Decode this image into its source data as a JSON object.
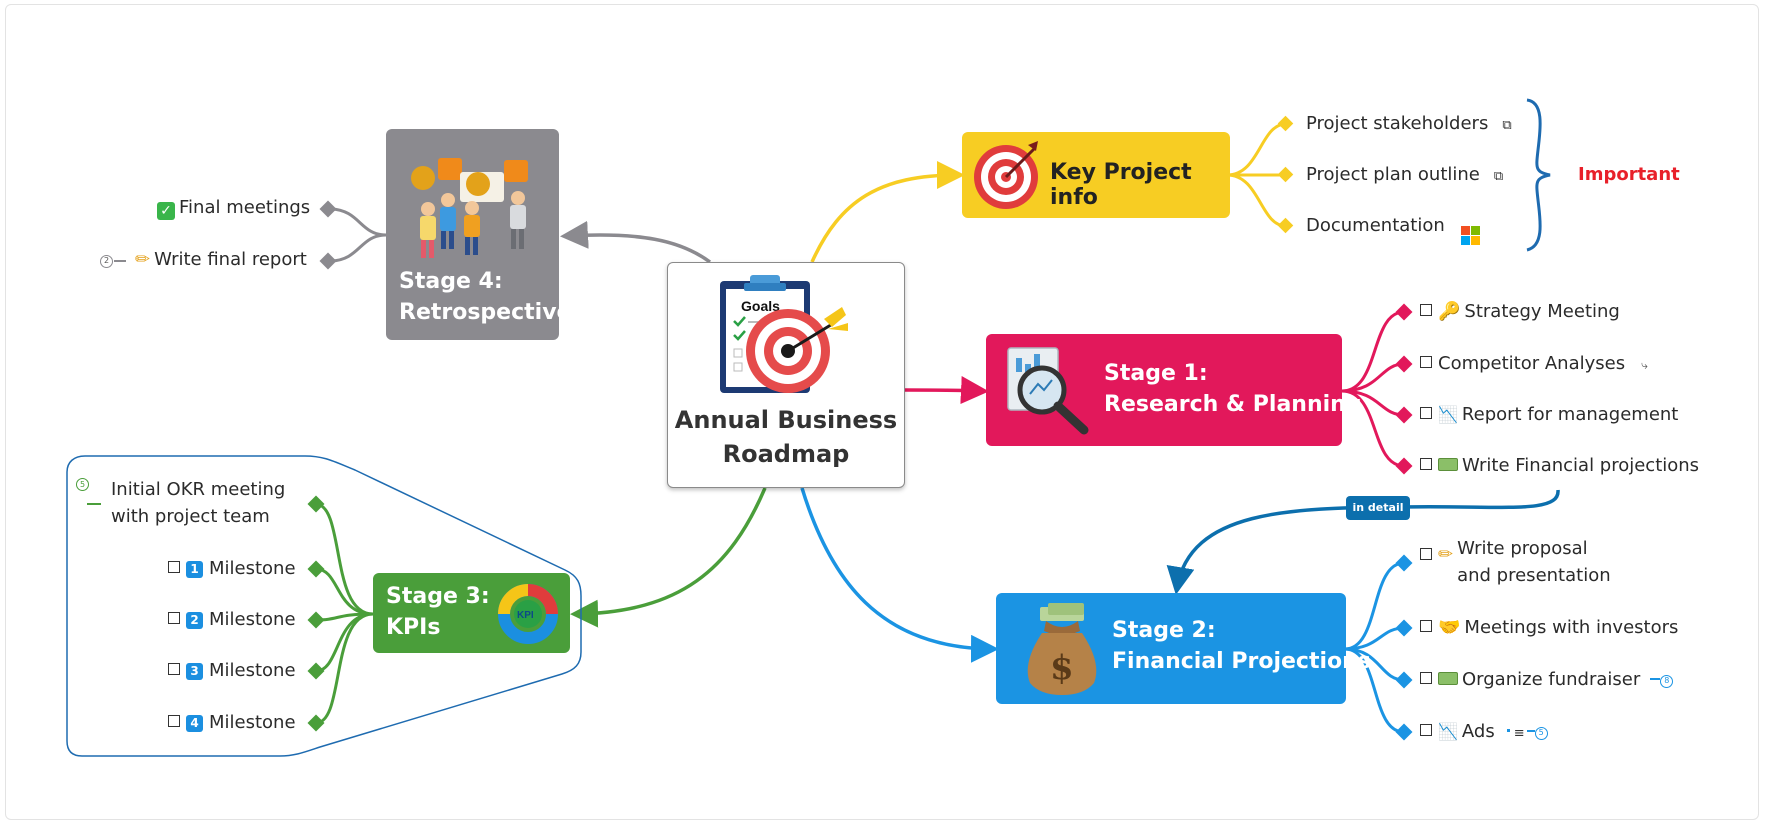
{
  "central": {
    "title_line1": "Annual Business",
    "title_line2": "Roadmap",
    "clipboard_label": "Goals"
  },
  "key_info": {
    "title": "Key Project info",
    "items": [
      "Project stakeholders",
      "Project plan outline",
      "Documentation"
    ],
    "boundary_label": "Important"
  },
  "stage1": {
    "title_line1": "Stage 1:",
    "title_line2": "Research & Planning",
    "items": [
      "Strategy Meeting",
      "Competitor Analyses",
      "Report for management",
      "Write Financial projections"
    ]
  },
  "relation": {
    "label": "in detail"
  },
  "stage2": {
    "title_line1": "Stage 2:",
    "title_line2": "Financial Projections",
    "items": [
      {
        "line1": "Write proposal",
        "line2": "and presentation"
      },
      "Meetings with investors",
      "Organize fundraiser",
      "Ads"
    ],
    "fundraiser_count": "8",
    "ads_count": "5",
    "ads_note_glyph": "≡"
  },
  "stage3": {
    "title_line1": "Stage 3:",
    "title_line2": "KPIs",
    "kpi_label": "KPI",
    "okr": {
      "line1": "Initial OKR meeting",
      "line2": "with project team",
      "count": "5"
    },
    "milestones": [
      {
        "num": "1",
        "label": "Milestone"
      },
      {
        "num": "2",
        "label": "Milestone"
      },
      {
        "num": "3",
        "label": "Milestone"
      },
      {
        "num": "4",
        "label": "Milestone"
      }
    ]
  },
  "stage4": {
    "title_line1": "Stage 4:",
    "title_line2": "Retrospective",
    "items": [
      "Final meetings",
      "Write final report"
    ],
    "report_count": "2"
  },
  "colors": {
    "key_info": "#f7cd23",
    "stage1": "#e2185b",
    "stage2": "#1b94e3",
    "stage3": "#4a9e3a",
    "stage4": "#8b8a8f",
    "relation": "#0c6fad",
    "important_text": "#e8202a",
    "boundary": "#1e6bb0"
  },
  "icons": {
    "external_link": "external-link-icon",
    "key": "key-icon",
    "chart_down": "chart-down-icon",
    "money": "money-icon",
    "pencil": "pencil-icon",
    "handshake": "handshake-icon",
    "check": "check-mark-icon",
    "attachment": "attachment-icon",
    "office": "office-logo-icon"
  }
}
